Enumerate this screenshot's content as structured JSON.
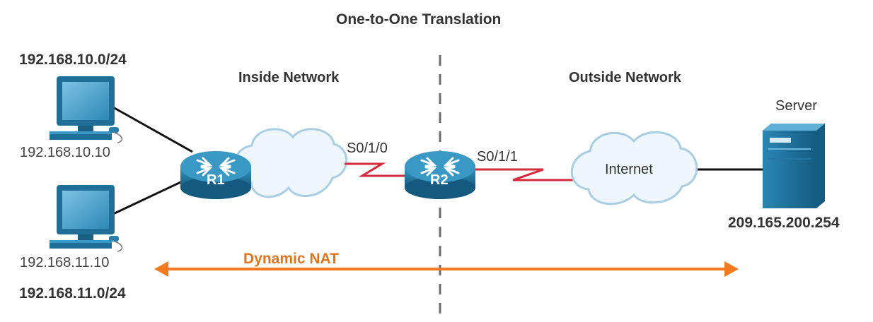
{
  "title": "One-to-One Translation",
  "networks": {
    "inside": "Inside Network",
    "outside": "Outside Network"
  },
  "hosts": [
    {
      "subnet": "192.168.10.0/24",
      "ip": "192.168.10.10",
      "icon": "desktop-pc-icon"
    },
    {
      "subnet": "192.168.11.0/24",
      "ip": "192.168.11.10",
      "icon": "desktop-pc-icon"
    }
  ],
  "routers": [
    {
      "name": "R1",
      "icon": "router-icon"
    },
    {
      "name": "R2",
      "icon": "router-icon"
    }
  ],
  "interfaces": {
    "r1_to_r2": "S0/1/0",
    "r2_to_internet": "S0/1/1"
  },
  "internet": {
    "label": "Internet",
    "icon": "cloud-icon"
  },
  "server": {
    "label": "Server",
    "ip": "209.165.200.254",
    "icon": "server-icon"
  },
  "nat": {
    "label": "Dynamic NAT"
  },
  "colors": {
    "device_blue": "#1f6f99",
    "device_light": "#3a98c4",
    "serial_link": "#d62a3c",
    "nat_arrow": "#f47a20",
    "nat_text": "#e0751e",
    "cloud_fill": "#eef6fb",
    "cloud_stroke": "#a9cde3"
  }
}
